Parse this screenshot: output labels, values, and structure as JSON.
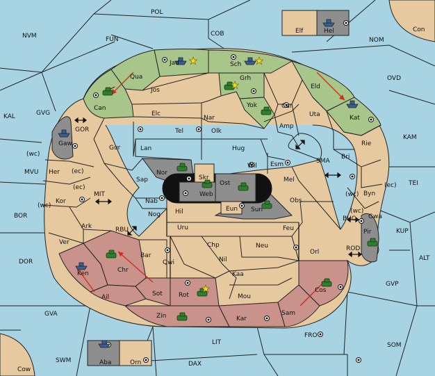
{
  "colors": {
    "sea": "#a7d3e2",
    "neutral": "#e7c9a0",
    "green": "#a8c58a",
    "red": "#c9928b",
    "gray": "#8e8e8e",
    "black": "#111111"
  },
  "sea": {
    "POL": "POL",
    "NVM": "NVM",
    "FUN": "FUN",
    "COB": "COB",
    "NOM": "NOM",
    "Con": "Con",
    "OVD": "OVD",
    "KAL": "KAL",
    "GVG": "GVG",
    "GOR": "GOR",
    "KAM": "KAM",
    "SMA": "SMA",
    "MVU": "MVU",
    "TEI": "TEI",
    "MIT": "MIT",
    "BOR": "BOR",
    "RBU": "RBU",
    "KUP": "KUP",
    "BUC": "BUC",
    "ROD": "ROD",
    "DOR": "DOR",
    "ALT": "ALT",
    "GVP": "GVP",
    "GVA": "GVA",
    "FRO": "FRO",
    "SOM": "SOM",
    "LIT": "LIT",
    "SWM": "SWM",
    "DAX": "DAX",
    "Cow": "Cow",
    "Ebs": "(ec)",
    "Ews": "(wc)",
    "Ebk": "(ec)",
    "Ewk": "(wc)",
    "Ewb": "(wc)",
    "Eeb": "(ec)",
    "Ewg": "(wc)"
  },
  "land": {
    "Elf": "Elf",
    "Hel": "Hel",
    "Aba": "Aba",
    "Orn": "Orn",
    "Jad": "Jad",
    "Sch": "Sch",
    "Qua": "Qua",
    "Jos": "Jos",
    "Grh": "Grh",
    "Eld": "Eld",
    "Can": "Can",
    "Elc": "Elc",
    "Nar": "Nar",
    "Yok": "Yok",
    "Car": "Car",
    "Uta": "Uta",
    "Gaw": "Gaw",
    "Tel": "Tel",
    "Olk": "Olk",
    "Amp": "Amp",
    "Kat": "Kat",
    "Gur": "Gur",
    "Lan": "Lan",
    "Hug": "Hug",
    "Rie": "Rie",
    "Bri": "Bri",
    "Her": "Her",
    "Nor": "Nor",
    "Skr": "Skr",
    "Wil": "Wil",
    "Esm": "Esm",
    "Sap": "Sap",
    "Web": "Web",
    "Ost": "Ost",
    "Mel": "Mel",
    "Byn": "Byn",
    "Kor": "Kor",
    "Nab": "Nab",
    "Eun": "Eun",
    "Sun": "Sun",
    "Obs": "Obs",
    "Gwa": "Gwa",
    "Hil": "Hil",
    "Nog": "Nog",
    "Ark": "Ark",
    "Uru": "Uru",
    "Feu": "Feu",
    "Pir": "Pir",
    "Ver": "Ver",
    "Bar": "Bar",
    "Chp": "Chp",
    "Neu": "Neu",
    "Orl": "Orl",
    "Qwi": "Qwi",
    "Nil": "Nil",
    "Ken": "Ken",
    "Chr": "Chr",
    "Kaa": "Kaa",
    "Sot": "Sot",
    "Rot": "Rot",
    "Ail": "Ail",
    "Mou": "Mou",
    "Cos": "Cos",
    "Zin": "Zin",
    "Kar": "Kar",
    "Sam": "Sam"
  }
}
